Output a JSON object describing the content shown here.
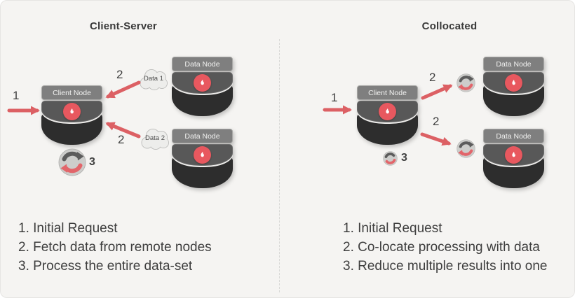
{
  "left": {
    "title": "Client-Server",
    "client_node_label": "Client Node",
    "data_node_top_label": "Data Node",
    "data_node_bottom_label": "Data Node",
    "cloud_top_label": "Data 1",
    "cloud_bottom_label": "Data 2",
    "marker_initial": "1",
    "marker_fetch_top": "2",
    "marker_fetch_bottom": "2",
    "marker_process": "3",
    "steps": [
      "1. Initial Request",
      "2. Fetch data from remote nodes",
      "3. Process the entire data-set"
    ]
  },
  "right": {
    "title": "Collocated",
    "client_node_label": "Client Node",
    "data_node_top_label": "Data Node",
    "data_node_bottom_label": "Data Node",
    "marker_initial": "1",
    "marker_colocate_top": "2",
    "marker_colocate_bottom": "2",
    "marker_reduce": "3",
    "steps": [
      "1. Initial Request",
      "2. Co-locate processing with data",
      "3. Reduce multiple results into one"
    ]
  },
  "icons": [
    "flame-icon",
    "refresh-icon",
    "cloud-shape",
    "arrowhead"
  ],
  "colors": {
    "background": "#f5f4f2",
    "accent_red": "#dc6064",
    "flame_red": "#e8585f",
    "node_header_gray": "#7f7f7f",
    "node_mid_gray": "#585858",
    "node_base_dark": "#2d2d2d",
    "refresh_dark_arc": "#5c5c5c",
    "text_dark": "#3e3e3e",
    "divider_gray": "#d8d8d6"
  }
}
